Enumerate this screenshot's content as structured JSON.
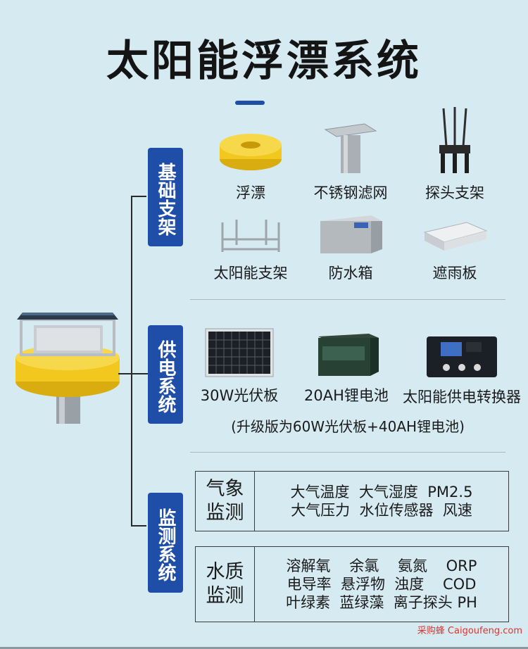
{
  "title": "太阳能浮漂系统",
  "sections": {
    "foundation": {
      "label": "基础支架",
      "items": [
        "浮漂",
        "不锈钢滤网",
        "探头支架",
        "太阳能支架",
        "防水箱",
        "遮雨板"
      ]
    },
    "power": {
      "label": "供电系统",
      "items": [
        "30W光伏板",
        "20AH锂电池",
        "太阳能供电转换器"
      ],
      "note": "(升级版为60W光伏板+40AH锂电池)"
    },
    "monitoring": {
      "label": "监测系统",
      "weather": {
        "name_l1": "气象",
        "name_l2": "监测",
        "line1": "大气温度  大气湿度  PM2.5",
        "line2": "大气压力  水位传感器  风速"
      },
      "water": {
        "name_l1": "水质",
        "name_l2": "监测",
        "line1": "溶解氧    余氯    氨氮    ORP",
        "line2": "电导率  悬浮物  浊度    COD",
        "line3": "叶绿素  蓝绿藻  离子探头 PH"
      }
    }
  },
  "watermark": "采购蜂 Caigoufeng.com",
  "colors": {
    "accent": "#1f4ea8",
    "background": "#d6eaf2",
    "buoy_yellow": "#f2c81e",
    "watermark": "#e0342c"
  }
}
